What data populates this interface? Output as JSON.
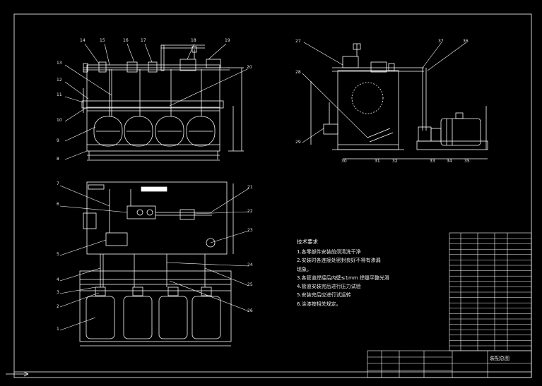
{
  "drawing": {
    "background": "#000000",
    "line_color": "#ffffff",
    "accent_color": "#ffff00"
  },
  "notes": {
    "title": "技术要求",
    "lines": [
      "1.各零部件安装前须清洗干净",
      "2.安装时各连接处密封良好不得有渗漏",
      "  现象。",
      "3.各管道焊接后内壁≤1mm 焊缝平整光滑",
      "4.管道安装完后进行压力试验",
      "5.安装完后应进行试运转",
      "6.涂漆按相关规定。"
    ]
  },
  "view_front_labels": [
    "14",
    "15",
    "16",
    "17",
    "18",
    "19",
    "13",
    "12",
    "11",
    "10",
    "9",
    "8",
    "20"
  ],
  "view_side_labels": [
    "27",
    "37",
    "36",
    "28",
    "29",
    "30",
    "31",
    "32",
    "33",
    "34",
    "35"
  ],
  "view_top_labels": [
    "7",
    "6",
    "5",
    "4",
    "3",
    "2",
    "1",
    "21",
    "22",
    "23",
    "24",
    "25",
    "26"
  ],
  "title_block": {
    "drawing_title": "装配总图"
  }
}
